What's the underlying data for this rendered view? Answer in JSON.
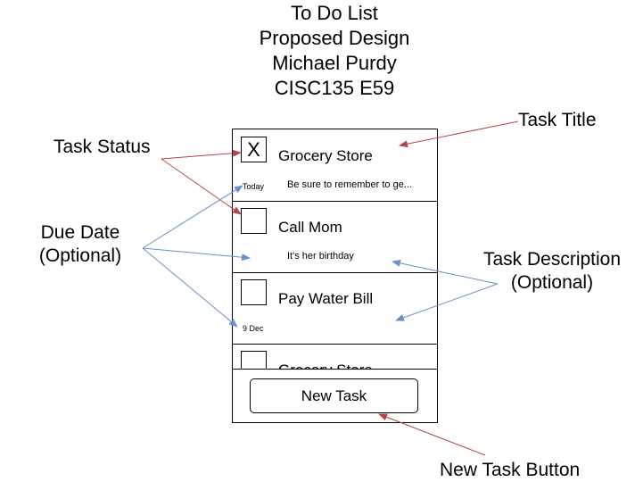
{
  "header": {
    "line1": "To Do List",
    "line2": "Proposed Design",
    "line3": "Michael Purdy",
    "line4": "CISC135 E59"
  },
  "tasks": [
    {
      "checked_mark": "X",
      "title": "Grocery Store",
      "due": "Today",
      "description": "Be sure to remember to ge..."
    },
    {
      "checked_mark": "",
      "title": "Call Mom",
      "due": "",
      "description": "It's her birthday"
    },
    {
      "checked_mark": "",
      "title": "Pay Water Bill",
      "due": "9 Dec",
      "description": ""
    },
    {
      "checked_mark": "",
      "title": "Grocery Store",
      "due": "",
      "description": ""
    }
  ],
  "footer": {
    "new_task_label": "New Task"
  },
  "annotations": {
    "task_status": "Task Status",
    "task_title": "Task Title",
    "due_date_1": "Due Date",
    "due_date_2": "(Optional)",
    "task_description_1": "Task Description",
    "task_description_2": "(Optional)",
    "new_task_button": "New Task Button"
  },
  "colors": {
    "red_arrow": "#b5454a",
    "blue_arrow": "#6b8fc8"
  }
}
